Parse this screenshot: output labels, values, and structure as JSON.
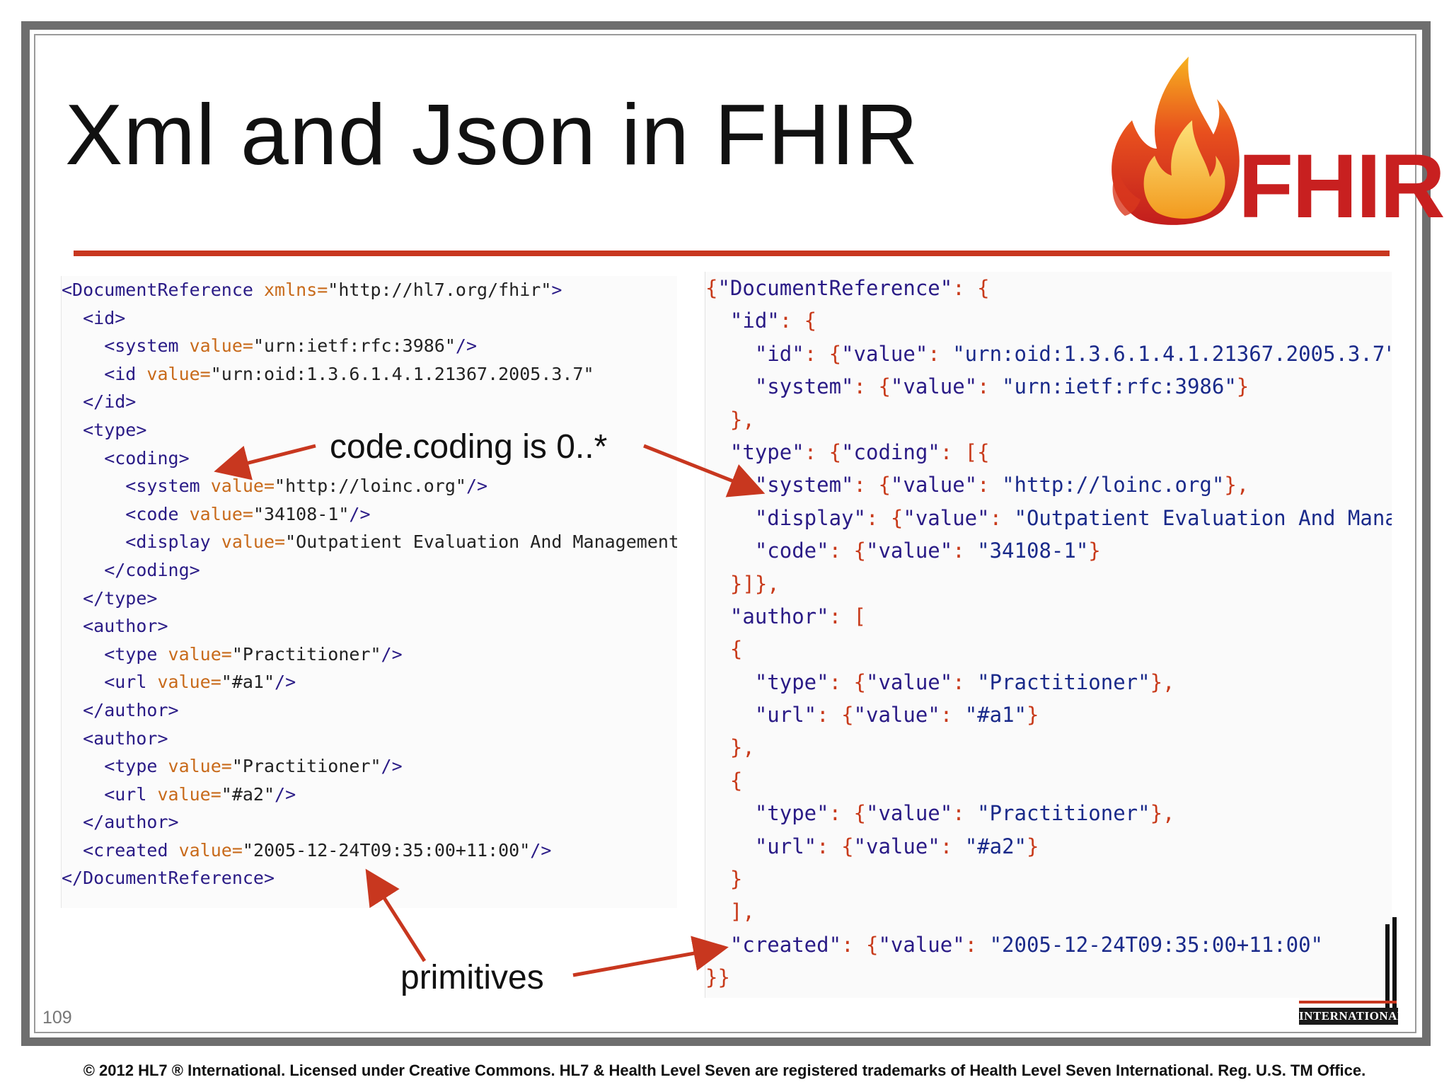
{
  "slide": {
    "title": "Xml and Json in FHIR",
    "page_number": "109",
    "logo_text": "FHIR",
    "badge_text": "INTERNATIONAL",
    "footer": "© 2012 HL7 ® International. Licensed under Creative Commons. HL7 & Health Level Seven are registered trademarks of Health Level Seven International. Reg. U.S. TM Office."
  },
  "annotations": {
    "coding": "code.coding is 0..*",
    "primitives": "primitives"
  },
  "xml_lines": [
    [
      [
        "tag",
        "<DocumentReference "
      ],
      [
        "attr",
        "xmlns="
      ],
      [
        "val",
        "\"http://hl7.org/fhir\""
      ],
      [
        "tag",
        ">"
      ]
    ],
    [
      [
        "tag",
        "  <id>"
      ]
    ],
    [
      [
        "tag",
        "    <system "
      ],
      [
        "attr",
        "value="
      ],
      [
        "val",
        "\"urn:ietf:rfc:3986\""
      ],
      [
        "tag",
        "/>"
      ]
    ],
    [
      [
        "tag",
        "    <id "
      ],
      [
        "attr",
        "value="
      ],
      [
        "val",
        "\"urn:oid:1.3.6.1.4.1.21367.2005.3.7\""
      ]
    ],
    [
      [
        "tag",
        "  </id>"
      ]
    ],
    [
      [
        "tag",
        "  <type>"
      ]
    ],
    [
      [
        "tag",
        "    <coding>"
      ]
    ],
    [
      [
        "tag",
        "      <system "
      ],
      [
        "attr",
        "value="
      ],
      [
        "val",
        "\"http://loinc.org\""
      ],
      [
        "tag",
        "/>"
      ]
    ],
    [
      [
        "tag",
        "      <code "
      ],
      [
        "attr",
        "value="
      ],
      [
        "val",
        "\"34108-1\""
      ],
      [
        "tag",
        "/>"
      ]
    ],
    [
      [
        "tag",
        "      <display "
      ],
      [
        "attr",
        "value="
      ],
      [
        "val",
        "\"Outpatient Evaluation And Management\""
      ]
    ],
    [
      [
        "tag",
        "    </coding>"
      ]
    ],
    [
      [
        "tag",
        "  </type>"
      ]
    ],
    [
      [
        "tag",
        "  <author>"
      ]
    ],
    [
      [
        "tag",
        "    <type "
      ],
      [
        "attr",
        "value="
      ],
      [
        "val",
        "\"Practitioner\""
      ],
      [
        "tag",
        "/>"
      ]
    ],
    [
      [
        "tag",
        "    <url "
      ],
      [
        "attr",
        "value="
      ],
      [
        "val",
        "\"#a1\""
      ],
      [
        "tag",
        "/>"
      ]
    ],
    [
      [
        "tag",
        "  </author>"
      ]
    ],
    [
      [
        "tag",
        "  <author>"
      ]
    ],
    [
      [
        "tag",
        "    <type "
      ],
      [
        "attr",
        "value="
      ],
      [
        "val",
        "\"Practitioner\""
      ],
      [
        "tag",
        "/>"
      ]
    ],
    [
      [
        "tag",
        "    <url "
      ],
      [
        "attr",
        "value="
      ],
      [
        "val",
        "\"#a2\""
      ],
      [
        "tag",
        "/>"
      ]
    ],
    [
      [
        "tag",
        "  </author>"
      ]
    ],
    [
      [
        "tag",
        "  <created "
      ],
      [
        "attr",
        "value="
      ],
      [
        "val",
        "\"2005-12-24T09:35:00+11:00\""
      ],
      [
        "tag",
        "/>"
      ]
    ],
    [
      [
        "tag",
        "</DocumentReference>"
      ]
    ]
  ],
  "json_lines": [
    [
      [
        "punct",
        "{"
      ],
      [
        "dk",
        "\"DocumentReference\""
      ],
      [
        "punct",
        ": {"
      ]
    ],
    [
      [
        "punct",
        "  "
      ],
      [
        "dk",
        "\"id\""
      ],
      [
        "punct",
        ": {"
      ]
    ],
    [
      [
        "punct",
        "    "
      ],
      [
        "dk",
        "\"id\""
      ],
      [
        "punct",
        ": {"
      ],
      [
        "dk",
        "\"value\""
      ],
      [
        "punct",
        ": "
      ],
      [
        "dv",
        "\"urn:oid:1.3.6.1.4.1.21367.2005.3.7\""
      ]
    ],
    [
      [
        "punct",
        "    "
      ],
      [
        "dk",
        "\"system\""
      ],
      [
        "punct",
        ": {"
      ],
      [
        "dk",
        "\"value\""
      ],
      [
        "punct",
        ": "
      ],
      [
        "dv",
        "\"urn:ietf:rfc:3986\""
      ],
      [
        "punct",
        "}"
      ]
    ],
    [
      [
        "punct",
        "  },"
      ]
    ],
    [
      [
        "punct",
        "  "
      ],
      [
        "dk",
        "\"type\""
      ],
      [
        "punct",
        ": {"
      ],
      [
        "dk",
        "\"coding\""
      ],
      [
        "punct",
        ": [{"
      ]
    ],
    [
      [
        "punct",
        "    "
      ],
      [
        "dk",
        "\"system\""
      ],
      [
        "punct",
        ": {"
      ],
      [
        "dk",
        "\"value\""
      ],
      [
        "punct",
        ": "
      ],
      [
        "dv",
        "\"http://loinc.org\""
      ],
      [
        "punct",
        "},"
      ]
    ],
    [
      [
        "punct",
        "    "
      ],
      [
        "dk",
        "\"display\""
      ],
      [
        "punct",
        ": {"
      ],
      [
        "dk",
        "\"value\""
      ],
      [
        "punct",
        ": "
      ],
      [
        "dv",
        "\"Outpatient Evaluation And Management\""
      ]
    ],
    [
      [
        "punct",
        "    "
      ],
      [
        "dk",
        "\"code\""
      ],
      [
        "punct",
        ": {"
      ],
      [
        "dk",
        "\"value\""
      ],
      [
        "punct",
        ": "
      ],
      [
        "dv",
        "\"34108-1\""
      ],
      [
        "punct",
        "}"
      ]
    ],
    [
      [
        "punct",
        "  }]},"
      ]
    ],
    [
      [
        "punct",
        "  "
      ],
      [
        "dk",
        "\"author\""
      ],
      [
        "punct",
        ": ["
      ]
    ],
    [
      [
        "punct",
        "  {"
      ]
    ],
    [
      [
        "punct",
        "    "
      ],
      [
        "dk",
        "\"type\""
      ],
      [
        "punct",
        ": {"
      ],
      [
        "dk",
        "\"value\""
      ],
      [
        "punct",
        ": "
      ],
      [
        "dv",
        "\"Practitioner\""
      ],
      [
        "punct",
        "},"
      ]
    ],
    [
      [
        "punct",
        "    "
      ],
      [
        "dk",
        "\"url\""
      ],
      [
        "punct",
        ": {"
      ],
      [
        "dk",
        "\"value\""
      ],
      [
        "punct",
        ": "
      ],
      [
        "dv",
        "\"#a1\""
      ],
      [
        "punct",
        "}"
      ]
    ],
    [
      [
        "punct",
        "  },"
      ]
    ],
    [
      [
        "punct",
        "  {"
      ]
    ],
    [
      [
        "punct",
        "    "
      ],
      [
        "dk",
        "\"type\""
      ],
      [
        "punct",
        ": {"
      ],
      [
        "dk",
        "\"value\""
      ],
      [
        "punct",
        ": "
      ],
      [
        "dv",
        "\"Practitioner\""
      ],
      [
        "punct",
        "},"
      ]
    ],
    [
      [
        "punct",
        "    "
      ],
      [
        "dk",
        "\"url\""
      ],
      [
        "punct",
        ": {"
      ],
      [
        "dk",
        "\"value\""
      ],
      [
        "punct",
        ": "
      ],
      [
        "dv",
        "\"#a2\""
      ],
      [
        "punct",
        "}"
      ]
    ],
    [
      [
        "punct",
        "  }"
      ]
    ],
    [
      [
        "punct",
        "  ],"
      ]
    ],
    [
      [
        "punct",
        "  "
      ],
      [
        "dk",
        "\"created\""
      ],
      [
        "punct",
        ": {"
      ],
      [
        "dk",
        "\"value\""
      ],
      [
        "punct",
        ": "
      ],
      [
        "dv",
        "\"2005-12-24T09:35:00+11:00\""
      ]
    ],
    [
      [
        "punct",
        "}}"
      ]
    ]
  ]
}
